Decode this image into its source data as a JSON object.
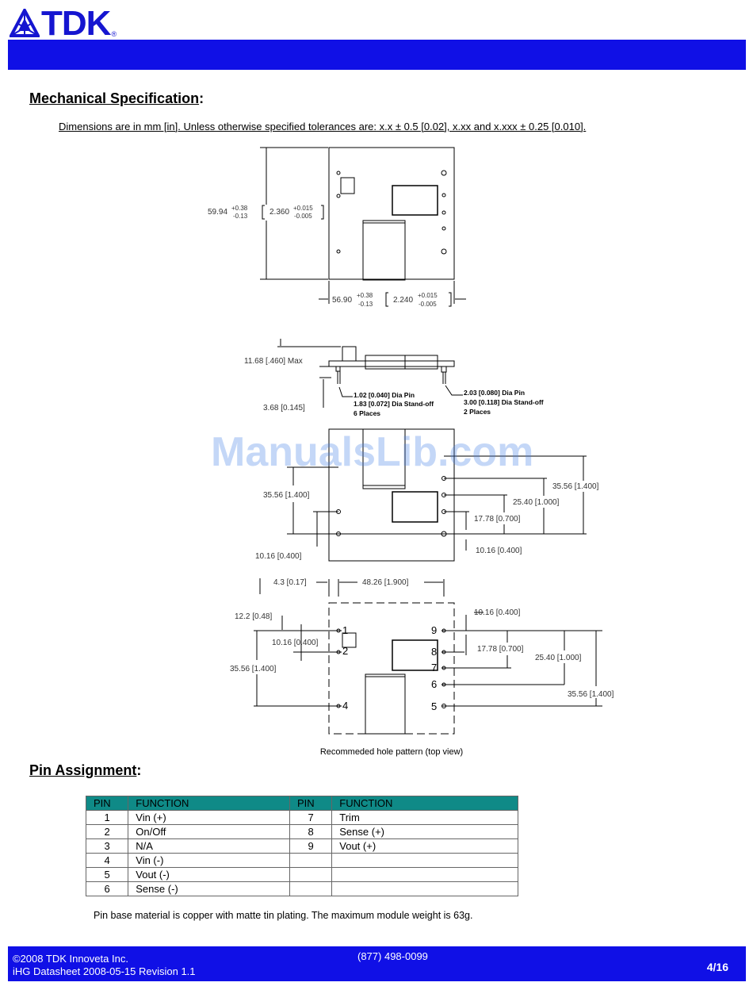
{
  "header": {
    "brand": "TDK",
    "reg_mark": "®"
  },
  "mechanical": {
    "title": "Mechanical Specification",
    "title_suffix": ":",
    "dims_note": "Dimensions are in mm [in]. Unless otherwise specified tolerances are: x.x ± 0.5 [0.02], x.xx and x.xxx ± 0.25 [0.010].",
    "top_view": {
      "height_mm": "59.94",
      "height_mm_tol_plus": "+0.38",
      "height_mm_tol_minus": "-0.13",
      "height_in": "2.360",
      "height_in_tol_plus": "+0.015",
      "height_in_tol_minus": "-0.005",
      "width_mm": "56.90",
      "width_mm_tol_plus": "+0.38",
      "width_mm_tol_minus": "-0.13",
      "width_in": "2.240",
      "width_in_tol_plus": "+0.015",
      "width_in_tol_minus": "-0.005"
    },
    "side_view": {
      "max_height": "11.68  [.460]  Max",
      "standoff": "3.68  [0.145]",
      "pin_small_1": "1.02 [0.040] Dia Pin",
      "pin_small_2": "1.83 [0.072] Dia Stand-off",
      "pin_small_3": "6 Places",
      "pin_large_1": "2.03 [0.080] Dia Pin",
      "pin_large_2": "3.00 [0.118] Dia Stand-off",
      "pin_large_3": "2 Places"
    },
    "bottom_view": {
      "left_35": "35.56  [1.400]",
      "left_10": "10.16  [0.400]",
      "right_35": "35.56  [1.400]",
      "right_25": "25.40  [1.000]",
      "right_17": "17.78  [0.700]",
      "right_10": "10.16  [0.400]"
    },
    "hole_pattern": {
      "d_43": "4.3  [0.17]",
      "d_4826": "48.26  [1.900]",
      "d_122": "12.2  [0.48]",
      "d_1016_left": "10.16  [0.400]",
      "d_3556_left": "35.56  [1.400]",
      "d_1016_right": "10.16  [0.400]",
      "d_1778": "17.78  [0.700]",
      "d_2540": "25.40  [1.000]",
      "d_3556_right": "35.56  [1.400]",
      "pin_labels": [
        "1",
        "2",
        "4",
        "9",
        "8",
        "7",
        "6",
        "5"
      ]
    },
    "caption": "Recommeded hole pattern (top view)"
  },
  "watermark": "ManualsLib.com",
  "pin_assignment": {
    "title": "Pin Assignment",
    "title_suffix": ":",
    "headers": [
      "PIN",
      "FUNCTION",
      "PIN",
      "FUNCTION"
    ],
    "rows": [
      [
        "1",
        "Vin (+)",
        "7",
        "Trim"
      ],
      [
        "2",
        "On/Off",
        "8",
        "Sense (+)"
      ],
      [
        "3",
        "N/A",
        "9",
        "Vout (+)"
      ],
      [
        "4",
        "Vin (-)",
        "",
        ""
      ],
      [
        "5",
        "Vout (-)",
        "",
        ""
      ],
      [
        "6",
        "Sense (-)",
        "",
        ""
      ]
    ],
    "note": "Pin base material is copper with matte tin plating. The maximum module weight is 63g."
  },
  "footer": {
    "copyright": "©2008  TDK Innoveta Inc.",
    "doc_info": "iHG Datasheet   2008-05-15   Revision 1.1",
    "phone": "(877) 498-0099",
    "page": "4/16"
  },
  "colors": {
    "brand_blue": "#1010e6",
    "table_header": "#0f8a87",
    "watermark": "#4682e6"
  }
}
